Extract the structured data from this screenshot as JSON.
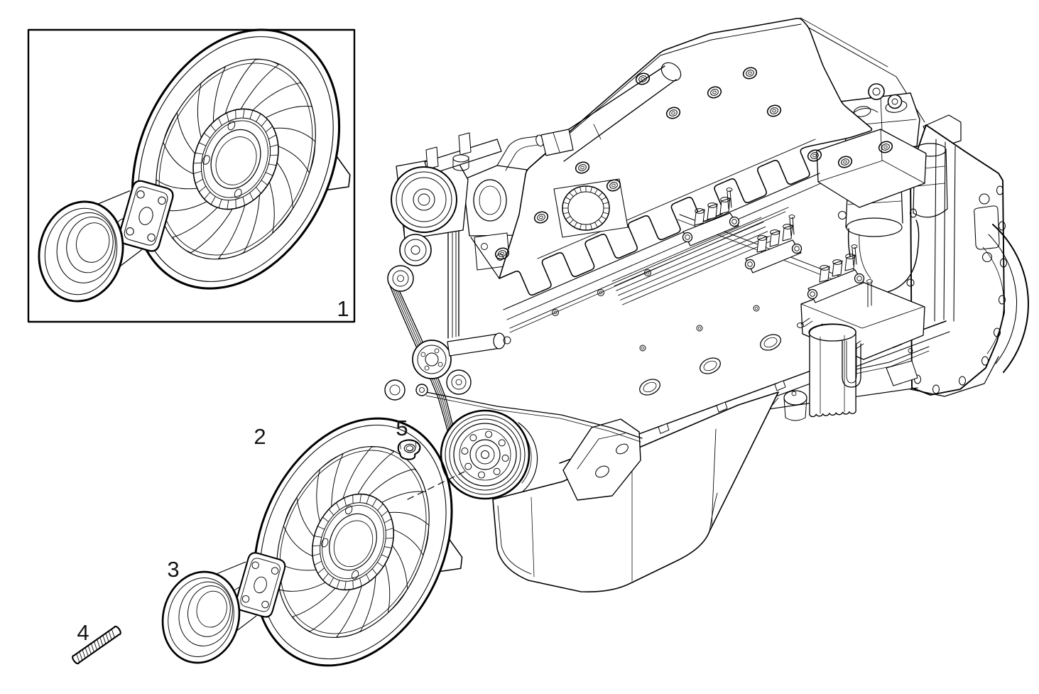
{
  "page": {
    "background_color": "#ffffff",
    "line_color": "#000000",
    "label_color": "#141414"
  },
  "diagram": {
    "type": "exploded-parts-line-drawing",
    "subject": "engine cooling fan and drive",
    "callouts": [
      {
        "label": "1"
      },
      {
        "label": "2"
      },
      {
        "label": "3"
      },
      {
        "label": "4"
      },
      {
        "label": "5"
      }
    ]
  }
}
